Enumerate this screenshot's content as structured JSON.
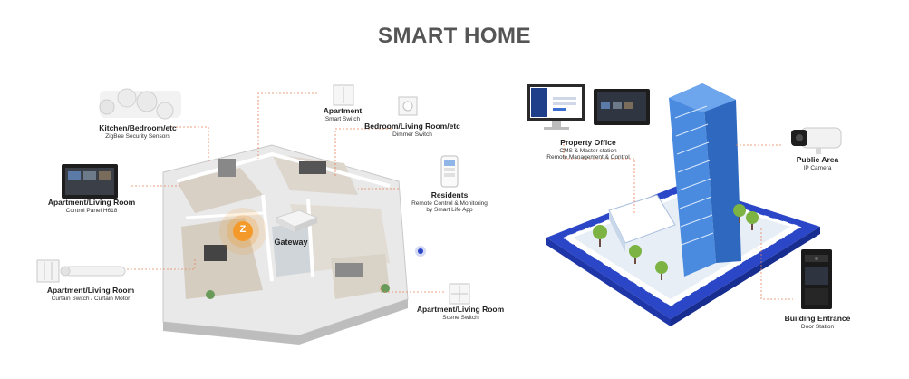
{
  "title": "SMART HOME",
  "labels": {
    "kitchen": {
      "title": "Kitchen/Bedroom/etc",
      "sub": "ZigBee Security Sensors"
    },
    "apt_panel": {
      "title": "Apartment/Living Room",
      "sub": "Control Panel H618"
    },
    "apt_curtain": {
      "title": "Apartment/Living Room",
      "sub": "Curtain Switch / Curtain Motor"
    },
    "apt_switch": {
      "title": "Apartment",
      "sub": "Smart Switch"
    },
    "bedroom": {
      "title": "Bedroom/Living Room/etc",
      "sub": "Dimmer Switch"
    },
    "residents": {
      "title": "Residents",
      "sub1": "Remote Control & Monitoring",
      "sub2": "by Smart Life App"
    },
    "scene": {
      "title": "Apartment/Living Room",
      "sub": "Scene Switch"
    },
    "gateway": "Gateway",
    "zigbee": "Z",
    "property": {
      "title": "Property Office",
      "sub1": "CMS & Master station",
      "sub2": "Remote Management & Control"
    },
    "public": {
      "title": "Public Area",
      "sub": "IP Camera"
    },
    "building": {
      "title": "Building Entrance",
      "sub": "Door Station"
    }
  },
  "colors": {
    "title": "#555555",
    "connector": "#e8825a",
    "zigbee": "#f39a2b",
    "road": "#2b47c8",
    "building": "#3f7fd8"
  }
}
